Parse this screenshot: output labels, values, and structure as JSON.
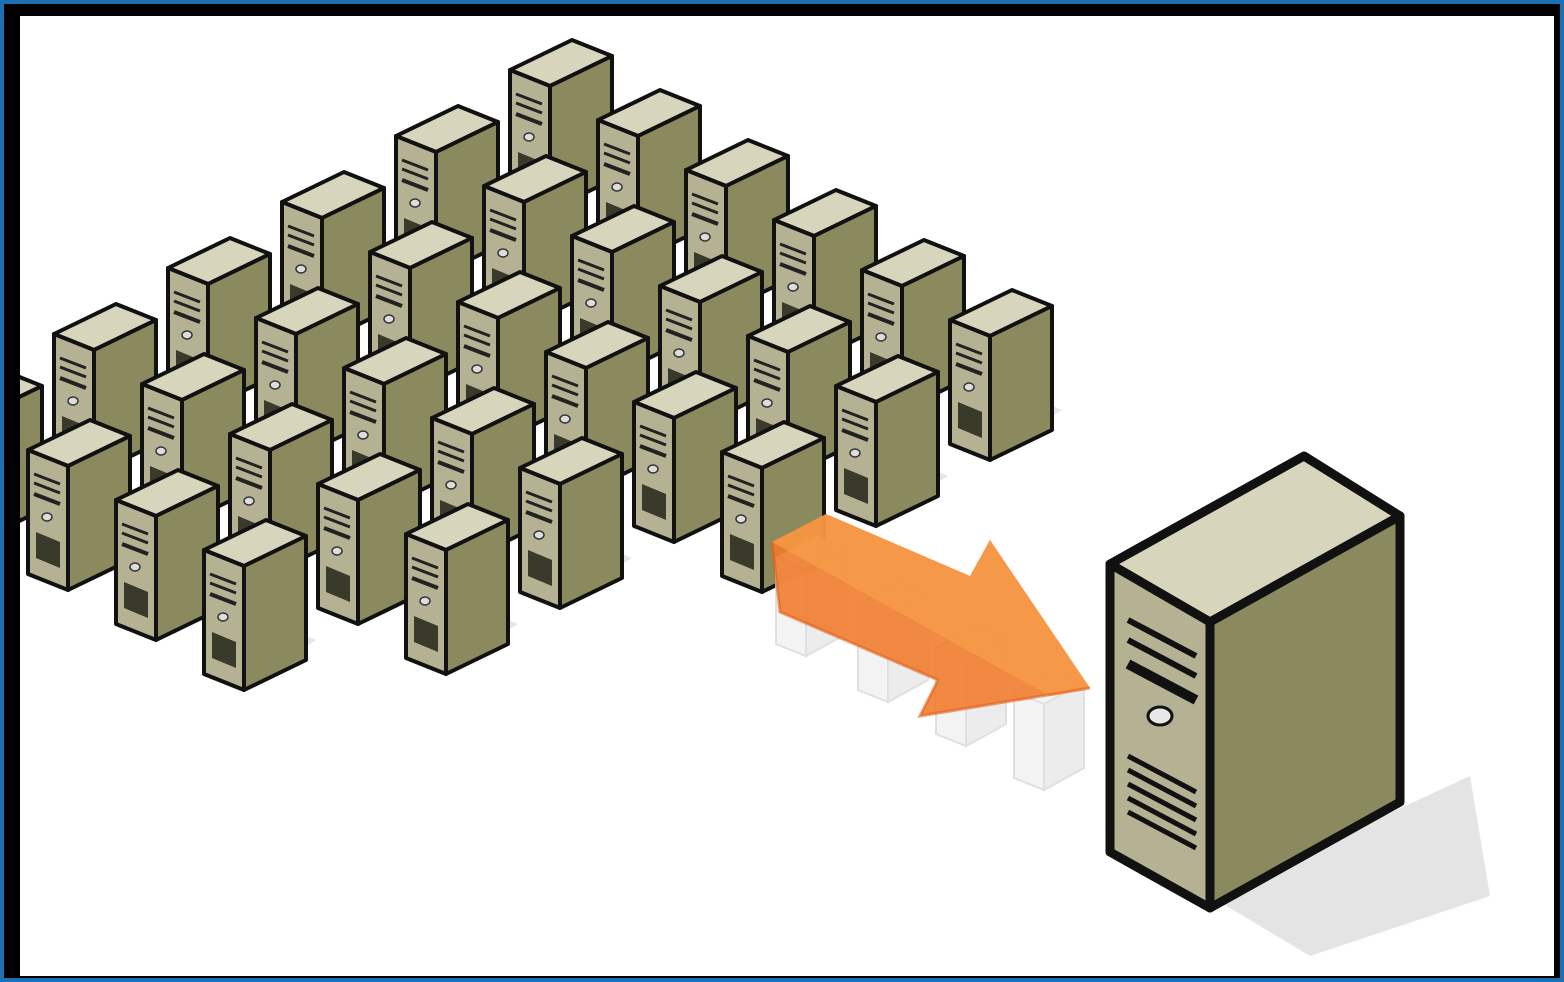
{
  "diagram": {
    "kind": "consolidation",
    "many_servers": {
      "icon": "tower-server-icon",
      "rows": 6,
      "per_row": [
        6,
        6,
        6,
        5,
        5,
        4
      ]
    },
    "arrow": {
      "icon": "arrow-right-down-icon",
      "color": "#f07a2a"
    },
    "target_server": {
      "icon": "large-tower-server-icon"
    }
  },
  "colors": {
    "frame_border": "#1b6fb3",
    "server_front": "#b5b293",
    "server_side": "#8a8a5e",
    "server_top": "#d7d5bb",
    "server_outline": "#111111",
    "arrow": "#f07a2a",
    "arrow_highlight": "#f6a04a",
    "background": "#ffffff"
  }
}
